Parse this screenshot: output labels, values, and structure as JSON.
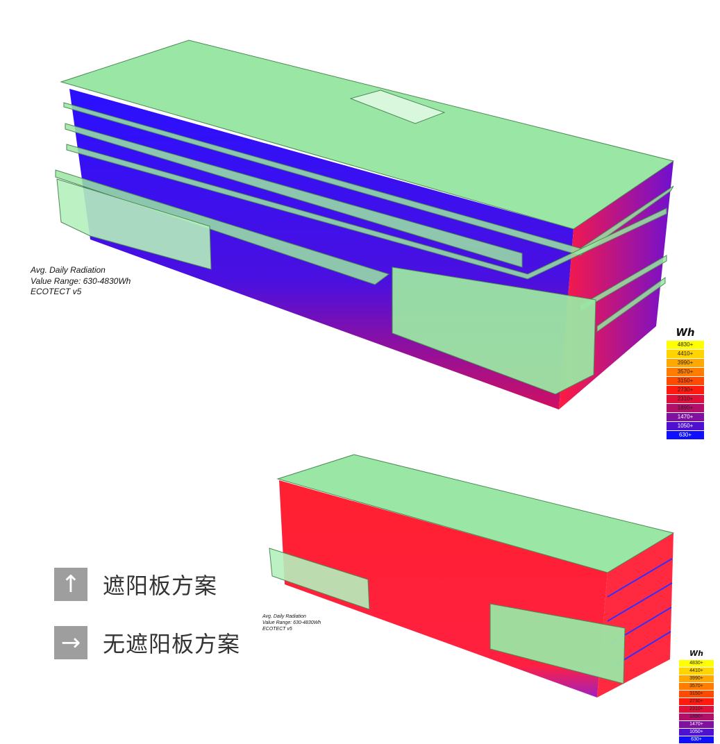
{
  "diagrams": [
    {
      "caption_lines": [
        "Avg. Daily Radiation",
        "Value Range: 630-4830Wh",
        "ECOTECT v5"
      ],
      "legend_unit": "Wh"
    },
    {
      "caption_lines": [
        "Avg. Daily Radiation",
        "Value Range: 630-4830Wh",
        "ECOTECT v5"
      ],
      "legend_unit": "Wh"
    }
  ],
  "legend_scale": [
    {
      "label": "4830+",
      "color": "#ffff00"
    },
    {
      "label": "4410+",
      "color": "#ffd400"
    },
    {
      "label": "3990+",
      "color": "#ffa800"
    },
    {
      "label": "3570+",
      "color": "#ff7c00"
    },
    {
      "label": "3150+",
      "color": "#ff4a00"
    },
    {
      "label": "2730+",
      "color": "#ff1a10"
    },
    {
      "label": "2310+",
      "color": "#e0103a"
    },
    {
      "label": "1890+",
      "color": "#b0106a"
    },
    {
      "label": "1470+",
      "color": "#8010a0"
    },
    {
      "label": "1050+",
      "color": "#5010d0"
    },
    {
      "label": "630+",
      "color": "#1010ff"
    }
  ],
  "key": [
    {
      "icon": "arrow-up-icon",
      "symbol": "↑",
      "label": "遮阳板方案"
    },
    {
      "icon": "arrow-right-icon",
      "symbol": "→",
      "label": "无遮阳板方案"
    }
  ],
  "colors": {
    "shading_volume": "#8fe39a",
    "low_radiation": "#1a10ff",
    "high_radiation": "#ff1a30"
  }
}
